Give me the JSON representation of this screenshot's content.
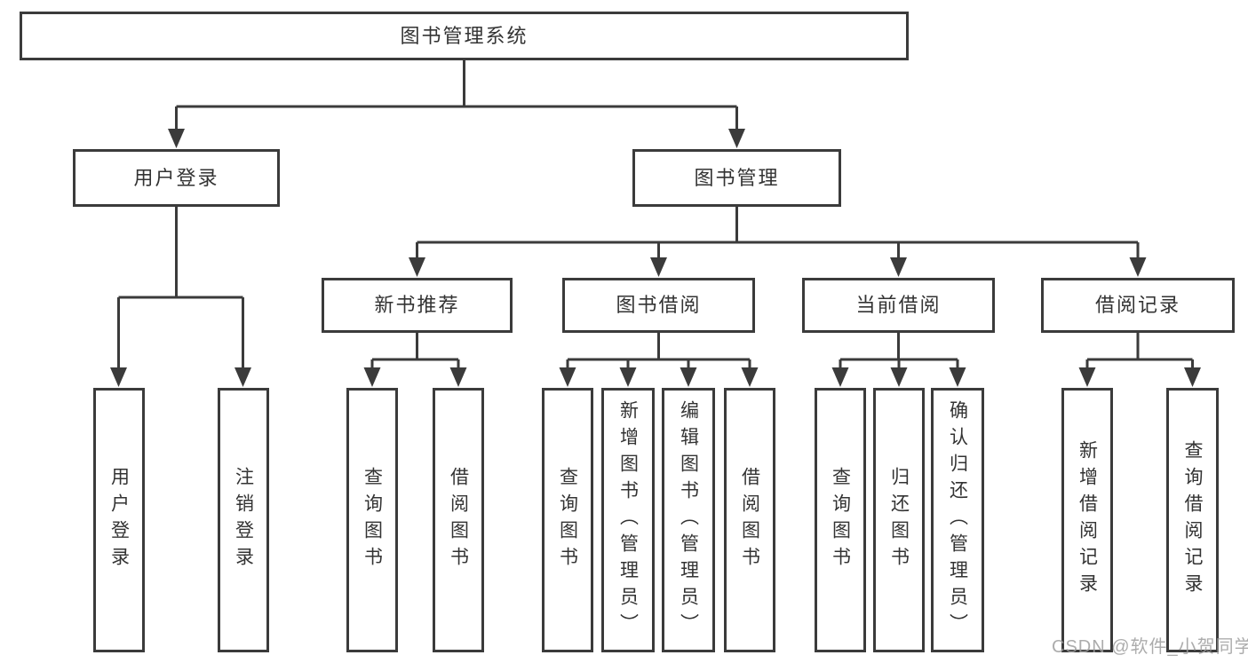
{
  "colors": {
    "line": "#3b3b3b",
    "text": "#333333",
    "watermark": "#9e9e9e",
    "background": "#ffffff"
  },
  "tree": {
    "root": "图书管理系统",
    "branches": [
      {
        "label": "用户登录",
        "children": [
          "用户登录",
          "注销登录"
        ]
      },
      {
        "label": "图书管理",
        "children": [
          {
            "label": "新书推荐",
            "children": [
              "查询图书",
              "借阅图书"
            ]
          },
          {
            "label": "图书借阅",
            "children": [
              "查询图书",
              "新增图书（管理员）",
              "编辑图书（管理员）",
              "借阅图书"
            ]
          },
          {
            "label": "当前借阅",
            "children": [
              "查询图书",
              "归还图书",
              "确认归还（管理员）"
            ]
          },
          {
            "label": "借阅记录",
            "children": [
              "新增借阅记录",
              "查询借阅记录"
            ]
          }
        ]
      }
    ]
  },
  "watermark": "CSDN @软件_小贺同学"
}
